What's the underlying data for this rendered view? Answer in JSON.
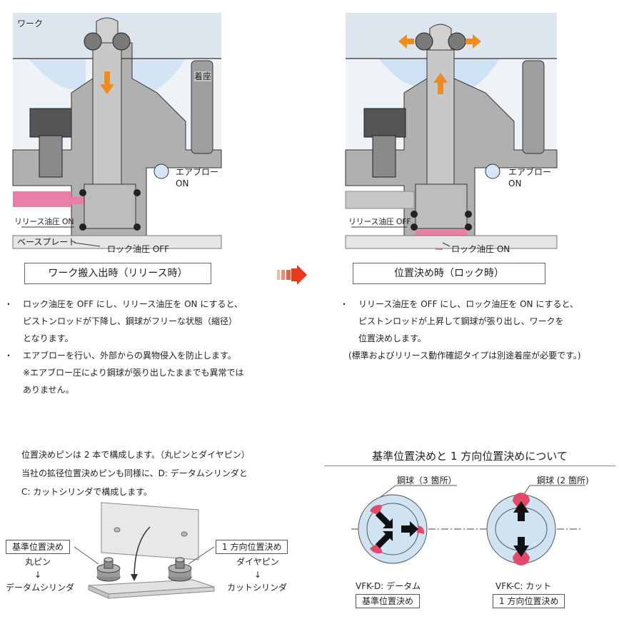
{
  "release_panel": {
    "work": "ワーク",
    "seat": "着座",
    "air_blow": "エアブロー",
    "air_blow_state": "ON",
    "release_pressure": "リリース油圧 ON",
    "base_plate": "ベースプレート",
    "lock_pressure": "ロック油圧 OFF",
    "caption": "ワーク搬入出時（リリース時）",
    "bullets": [
      {
        "marker": "・",
        "lines": [
          "ロック油圧を OFF にし、リリース油圧を ON にすると、",
          "ピストンロッドが下降し、鋼球がフリーな状態（縮径）",
          "となります。"
        ]
      },
      {
        "marker": "・",
        "lines": [
          "エアブローを行い、外部からの異物侵入を防止します。",
          "※エアブロー圧により鋼球が張り出したままでも異常では",
          "ありません。"
        ]
      }
    ]
  },
  "lock_panel": {
    "air_blow": "エアブロー",
    "air_blow_state": "ON",
    "release_pressure": "リリース油圧 OFF",
    "lock_pressure": "ロック油圧 ON",
    "caption": "位置決め時（ロック時）",
    "bullets": [
      {
        "marker": "・",
        "lines": [
          "リリース油圧を OFF にし、ロック油圧を ON にすると、",
          "ピストンロッドが上昇して鋼球が張り出し、ワークを",
          "位置決めします。"
        ]
      }
    ],
    "note": "(標準およびリリース動作確認タイプは別途着座が必要です。)"
  },
  "pin_section": {
    "paragraph": [
      "位置決めピンは 2 本で構成します。（丸ピンとダイヤピン）",
      "当社の拡径位置決めピンも同様に、D: データムシリンダと",
      "C: カットシリンダで構成します。"
    ],
    "left_box": "基準位置決め",
    "left_pin": "丸ピン",
    "left_arrow": "↓",
    "left_cyl": "データムシリンダ",
    "right_box": "1 方向位置決め",
    "right_pin": "ダイヤピン",
    "right_arrow": "↓",
    "right_cyl": "カットシリンダ"
  },
  "positioning_section": {
    "title": "基準位置決めと 1 方向位置決めについて",
    "left_ball_label": "鋼球（3 箇所）",
    "right_ball_label": "鋼球 (2 箇所)",
    "left_model": "VFK-D: データム",
    "left_box": "基準位置決め",
    "right_model": "VFK-C: カット",
    "right_box": "1 方向位置決め"
  },
  "colors": {
    "steel": "#a9a9a9",
    "light_steel": "#d6d6d6",
    "pale_blue": "#d7e6f2",
    "pink": "#e77fa6",
    "orange": "#f08c1e",
    "red_arrow": "#e63b1e",
    "circle_blue": "#cfe3f3"
  }
}
